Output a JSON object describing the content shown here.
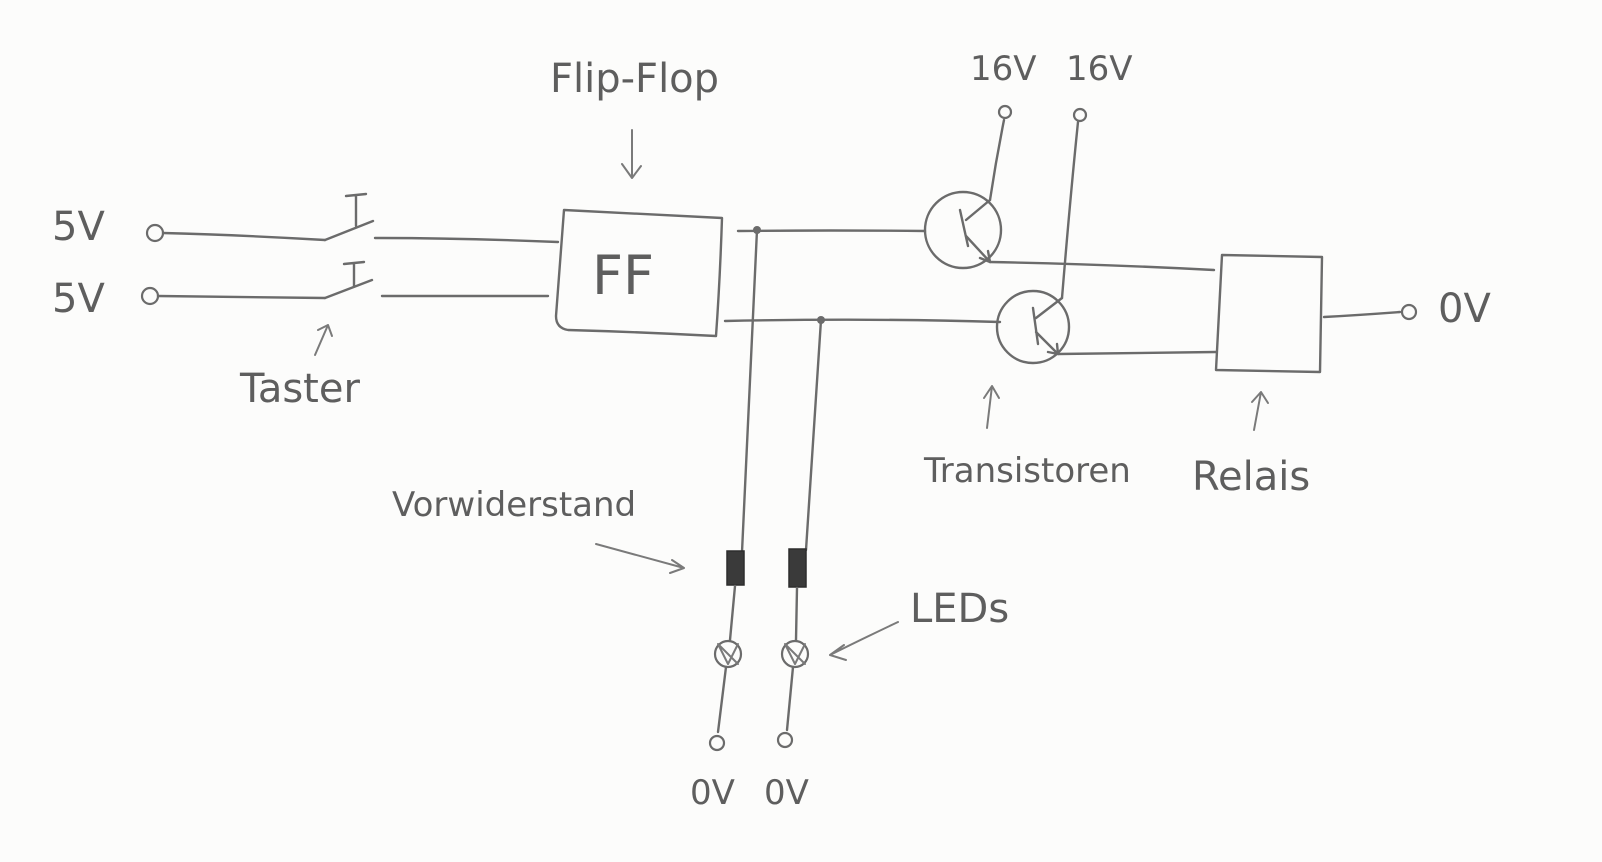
{
  "labels": {
    "input_top": "5V",
    "input_bottom": "5V",
    "flipflop_title": "Flip-Flop",
    "flipflop_box": "FF",
    "taster": "Taster",
    "supply_left": "16V",
    "supply_right": "16V",
    "transistoren": "Transistoren",
    "relais": "Relais",
    "relais_out": "0V",
    "vorwiderstand": "Vorwiderstand",
    "leds": "LEDs",
    "led_gnd_left": "0V",
    "led_gnd_right": "0V"
  },
  "colors": {
    "ink": "#6b6b6b",
    "resistor": "#3a3a3a",
    "paper": "#fcfcfb"
  }
}
